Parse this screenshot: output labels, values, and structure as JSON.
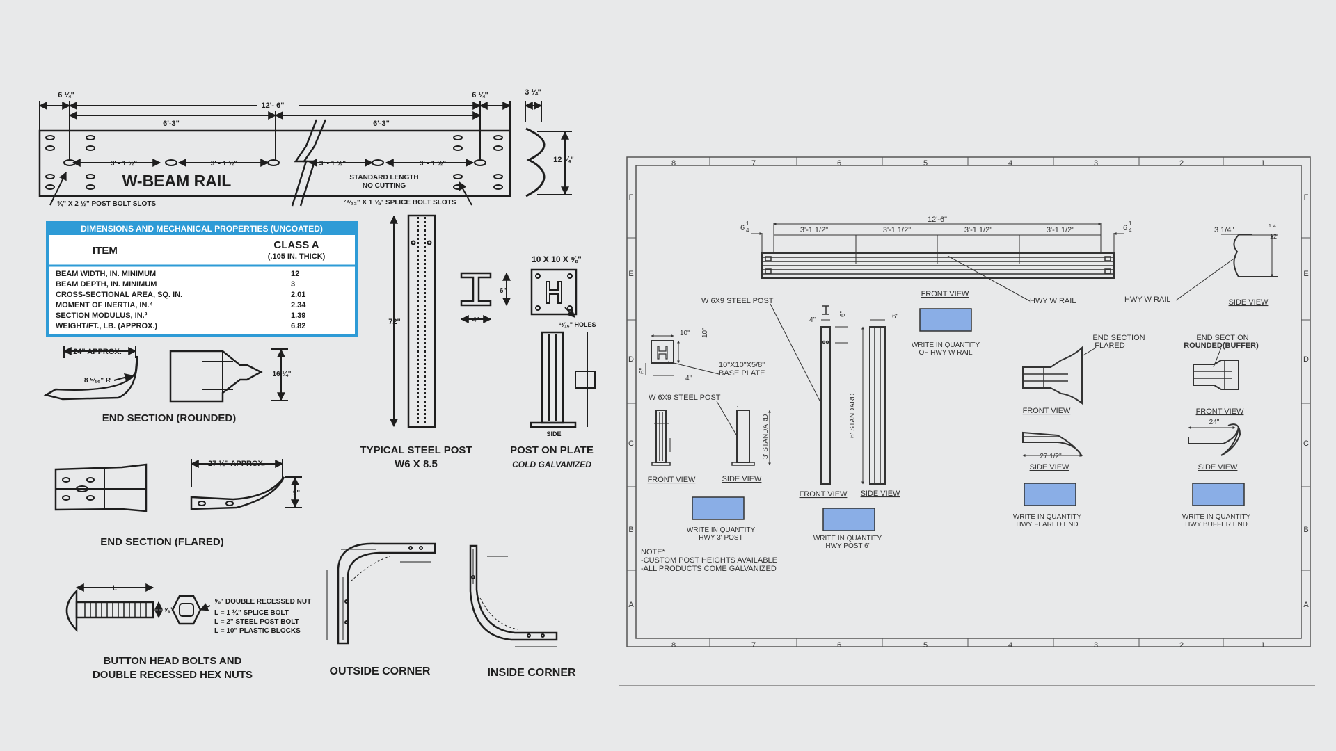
{
  "left": {
    "wbeam": {
      "title": "W-BEAM RAIL",
      "dim_left_end": "6 ¼\"",
      "dim_total": "12'- 6\"",
      "dim_right_end": "6 ¼\"",
      "dim_profile_top": "3 ¼\"",
      "dim_half_left": "6'-3\"",
      "dim_half_right": "6'-3\"",
      "slot_spacings": [
        "3' - 1 ½\"",
        "3' - 1 ½\"",
        "3' - 1 ½\"",
        "3' - 1 ½\""
      ],
      "note_standard": "STANDARD LENGTH",
      "note_nocut": "NO CUTTING",
      "post_bolt_slots": "¾\" X 2 ½\" POST BOLT SLOTS",
      "splice_bolt_slots": "²⁹⁄₃₂\" X 1 ⅛\" SPLICE BOLT SLOTS",
      "profile_height": "12 ¼\""
    },
    "props_table": {
      "header": "DIMENSIONS AND MECHANICAL PROPERTIES (UNCOATED)",
      "col_item": "ITEM",
      "col_class": "CLASS A",
      "col_class_sub": "(.105 IN. THICK)",
      "rows": [
        {
          "item": "BEAM WIDTH, IN. MINIMUM",
          "value": "12"
        },
        {
          "item": "BEAM DEPTH, IN. MINIMUM",
          "value": "3"
        },
        {
          "item": "CROSS-SECTIONAL AREA, SQ. IN.",
          "value": "2.01"
        },
        {
          "item": "MOMENT OF INERTIA, IN.⁴",
          "value": "2.34"
        },
        {
          "item": "SECTION MODULUS, IN.³",
          "value": "1.39"
        },
        {
          "item": "WEIGHT/FT., LB. (APPROX.)",
          "value": "6.82"
        }
      ]
    },
    "end_rounded": {
      "title": "END SECTION (ROUNDED)",
      "approx": "24\" APPROX.",
      "radius": "8 ⁵⁄₁₆\" R",
      "height": "16 ¼\""
    },
    "end_flared": {
      "title": "END SECTION (FLARED)",
      "approx": "27 ½\" APPROX.",
      "height": "9\""
    },
    "steel_post": {
      "title1": "TYPICAL STEEL POST",
      "title2": "W6 X 8.5",
      "length": "72\"",
      "dim_h": "6\"",
      "dim_w": "4\""
    },
    "post_plate": {
      "plate": "10 X 10 X ⅝\"",
      "holes": "¹³⁄₁₆\" HOLES",
      "side": "SIDE",
      "title1": "POST ON PLATE",
      "title2": "COLD GALVANIZED"
    },
    "bolts": {
      "title1": "BUTTON HEAD BOLTS AND",
      "title2": "DOUBLE RECESSED HEX NUTS",
      "dim_l": "L",
      "dim_d": "⅝\"",
      "nut": "⅝\" DOUBLE RECESSED NUT",
      "l1": "L = 1 ¼\" SPLICE BOLT",
      "l2": "L = 2\" STEEL POST BOLT",
      "l3": "L = 10\" PLASTIC BLOCKS"
    },
    "outside_corner": {
      "title": "OUTSIDE CORNER"
    },
    "inside_corner": {
      "title": "INSIDE CORNER"
    }
  },
  "right": {
    "col_labels": [
      "8",
      "7",
      "6",
      "5",
      "4",
      "3",
      "2",
      "1"
    ],
    "row_labels": [
      "F",
      "E",
      "D",
      "C",
      "B",
      "A"
    ],
    "rail": {
      "total": "12'-6\"",
      "spacings": [
        "3'-1 1/2\"",
        "3'-1 1/2\"",
        "3'-1 1/2\"",
        "3'-1 1/2\""
      ],
      "end_left_whole": "6",
      "end_left_num": "1",
      "end_left_den": "4",
      "end_right_whole": "6",
      "end_right_num": "1",
      "end_right_den": "4",
      "hwy_label": "HWY W  RAIL",
      "front_view": "FRONT VIEW",
      "qty_label1": "WRITE IN QUANTITY",
      "qty_label2": "OF HWY W RAIL"
    },
    "rail_side": {
      "dim_top": "3 1/4\"",
      "dim_h_whole": "12",
      "dim_h_num": "1",
      "dim_h_den": "4",
      "hwy_label": "HWY W RAIL",
      "side_view": "SIDE VIEW"
    },
    "post3": {
      "label": "W 6X9 STEEL POST",
      "plate": "10\"X10\"X5/8\"",
      "plate2": "BASE PLATE",
      "dim10a": "10\"",
      "dim10b": "10\"",
      "dim6": "6\"",
      "dim4": "4\"",
      "label2": "W 6X9 STEEL POST",
      "std": "3' STANDARD",
      "front_view": "FRONT VIEW",
      "side_view": "SIDE VIEW",
      "qty1": "WRITE IN QUANTITY",
      "qty2": "HWY 3' POST"
    },
    "post6": {
      "label": "W 6X9 STEEL POST",
      "dim4": "4\"",
      "dim6a": "6\"",
      "dim6b": "6\"",
      "std": "6' STANDARD",
      "front_view": "FRONT VIEW",
      "side_view": "SIDE VIEW",
      "qty1": "WRITE IN QUANTITY",
      "qty2": "HWY POST 6'"
    },
    "flared": {
      "label1": "END SECTION",
      "label2": "FLARED",
      "front_view": "FRONT VIEW",
      "side_view": "SIDE VIEW",
      "dim": "27 1/2\"",
      "qty1": "WRITE IN QUANTITY",
      "qty2": "HWY FLARED END"
    },
    "buffer": {
      "label1": "END SECTION",
      "label2": "ROUNDED(BUFFER)",
      "front_view": "FRONT VIEW",
      "side_view": "SIDE VIEW",
      "dim": "24\"",
      "qty1": "WRITE IN QUANTITY",
      "qty2": "HWY BUFFER END"
    },
    "note": {
      "n1": "NOTE*",
      "n2": "-CUSTOM POST HEIGHTS AVAILABLE",
      "n3": "-ALL PRODUCTS COME GALVANIZED"
    }
  },
  "colors": {
    "background": "#e8e9ea",
    "table_header": "#2e9bd6",
    "qty_box": "#8aaee6",
    "line": "#1e1e1e"
  }
}
